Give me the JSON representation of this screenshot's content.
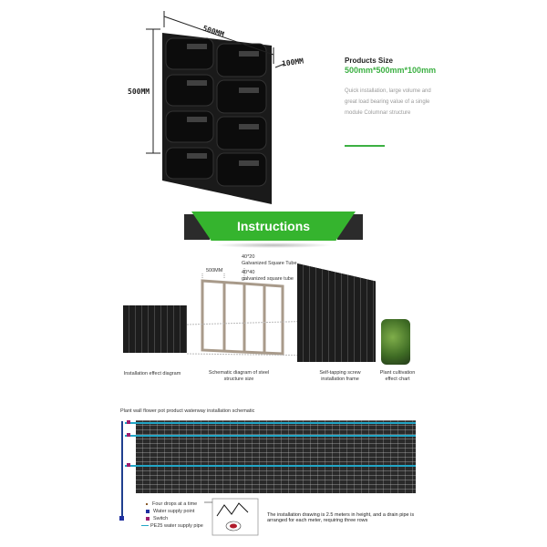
{
  "product": {
    "dim_width": "500MM",
    "dim_height": "500MM",
    "dim_depth": "100MM",
    "size_label": "Products Size",
    "size_value": "500mm*500mm*100mm",
    "description": "Quick installation, large volume and great load bearing value of a single module Columnar structure"
  },
  "banner": {
    "title": "Instructions"
  },
  "instructions": {
    "tube_1": "40*20\nGalvanized Square Tube",
    "tube_2": "40*40\ngalvanized square tube",
    "spacing": "500MM",
    "captions": [
      "Installation effect diagram",
      "Schematic diagram of steel structure size",
      "Self-tapping screw installation frame",
      "Plant cultivation effect chart"
    ]
  },
  "waterway": {
    "title": "Plant wall flower pot product waterway installation schematic",
    "legend": [
      {
        "label": "Four drops at a time",
        "color": "#8a5a2a"
      },
      {
        "label": "Water supply point",
        "color": "#1f2f9f"
      },
      {
        "label": "Switch",
        "color": "#9b1d6e"
      },
      {
        "label": "PE25 water supply pipe",
        "color": "#22a6c6"
      }
    ],
    "note": "The installation drawing is 2.5 meters in height, and a drain pipe is arranged for each meter, requiring three rows"
  },
  "colors": {
    "accent_green": "#35b42e",
    "dark": "#2b2b2b",
    "pipe": "#22a6c6",
    "switch": "#9b1d6e"
  }
}
